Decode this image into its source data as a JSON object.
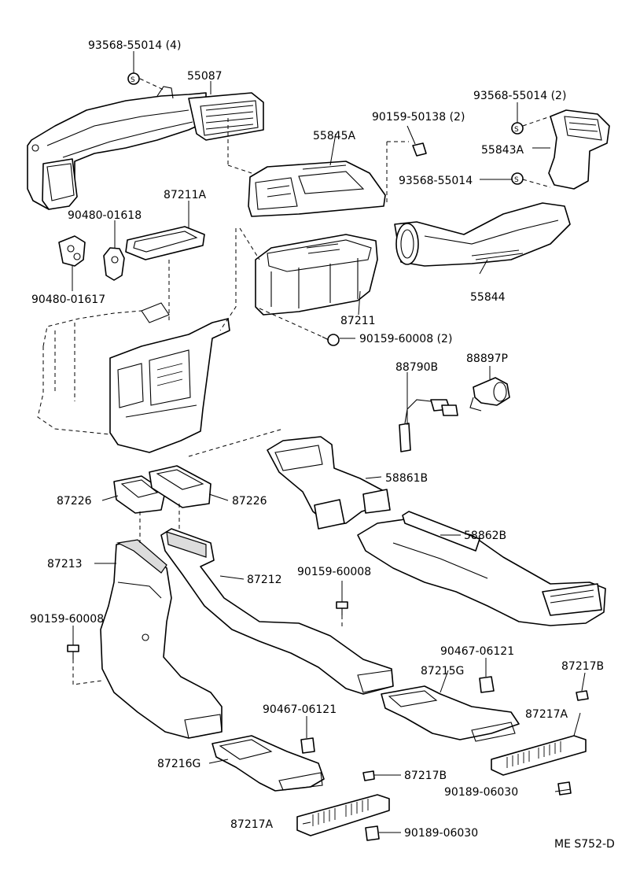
{
  "labels": {
    "l01": "93568-55014 (4)",
    "l02": "55087",
    "l03": "93568-55014 (2)",
    "l04": "90159-50138 (2)",
    "l05": "55845A",
    "l06": "55843A",
    "l07": "93568-55014",
    "l08": "87211A",
    "l09": "90480-01618",
    "l10": "90480-01617",
    "l11": "55844",
    "l12": "87211",
    "l13": "90159-60008 (2)",
    "l14": "88790B",
    "l15": "88897P",
    "l16": "58861B",
    "l17": "87226",
    "l18": "87226",
    "l19": "58862B",
    "l20": "87213",
    "l21": "87212",
    "l22": "90159-60008",
    "l23": "90159-60008",
    "l24": "90467-06121",
    "l25": "87215G",
    "l26": "87217B",
    "l27": "90467-06121",
    "l28": "87217A",
    "l29": "87216G",
    "l30": "87217B",
    "l31": "90189-06030",
    "l32": "87217A",
    "l33": "90189-06030",
    "l34": "ME S752-D"
  },
  "colors": {
    "line": "#000000",
    "background": "#ffffff"
  }
}
